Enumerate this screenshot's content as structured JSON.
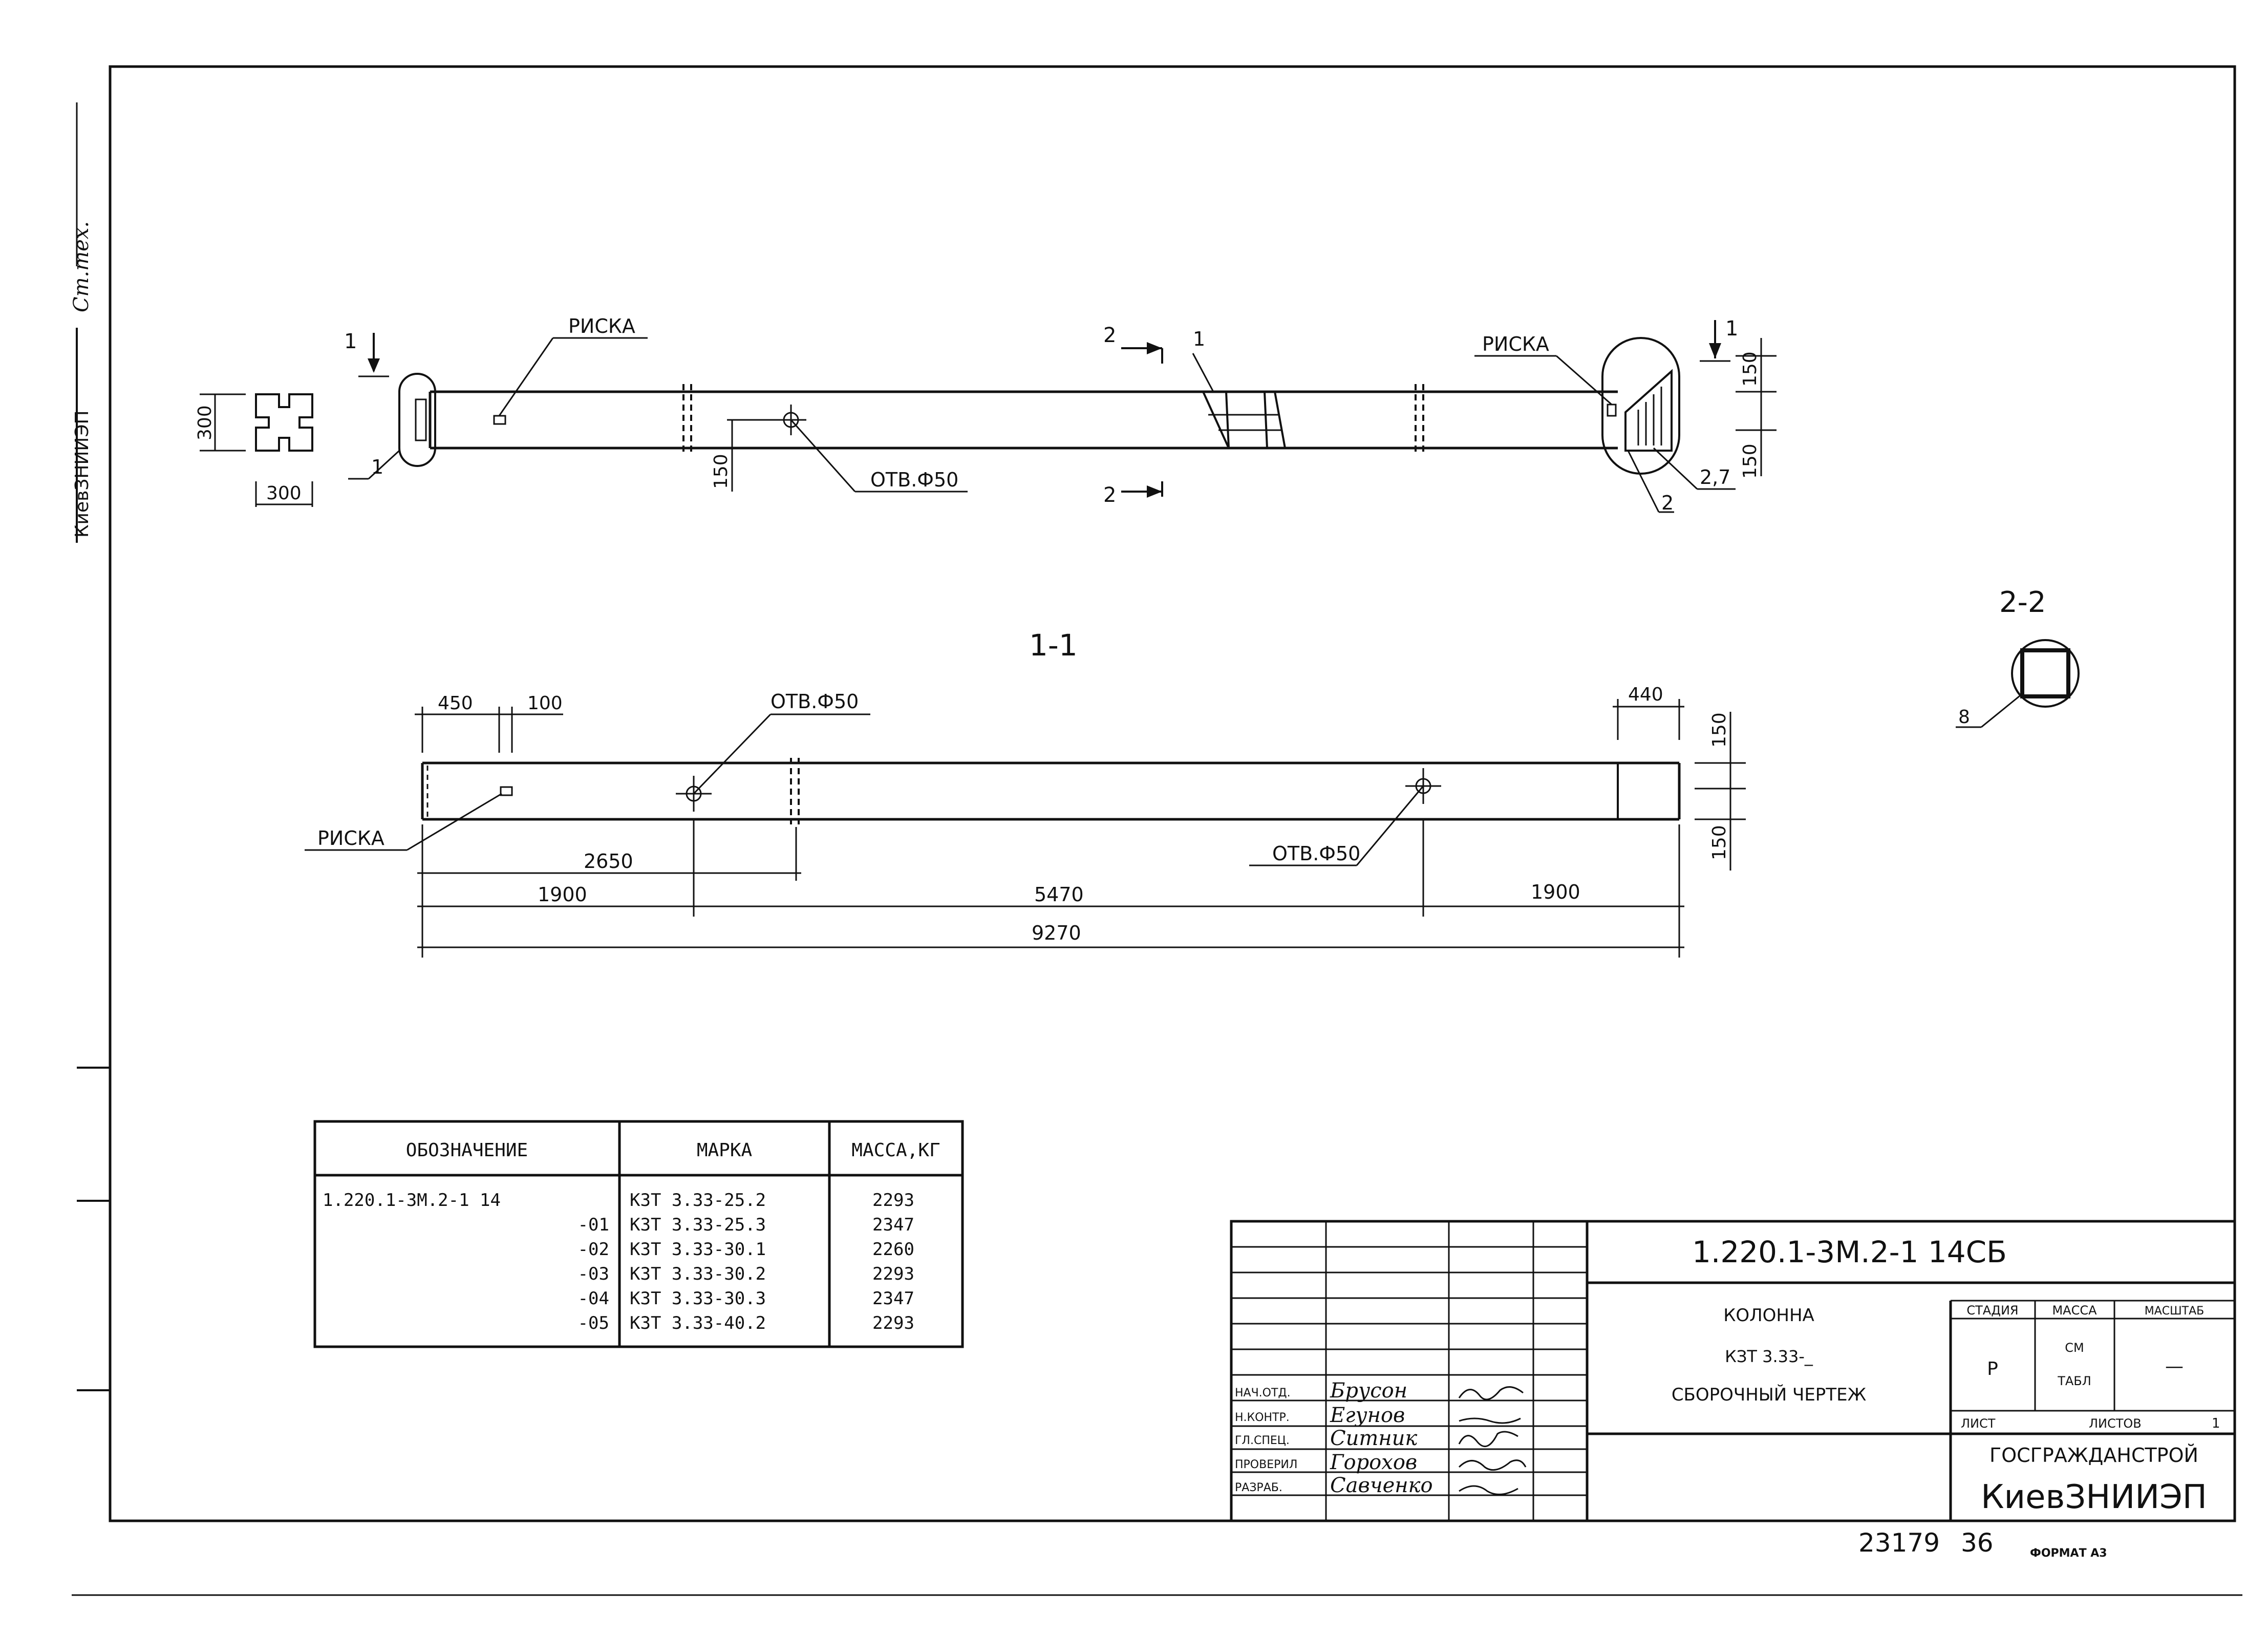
{
  "side_stamp": {
    "org": "КиевЗНИИЭП",
    "note": "Ст.тех."
  },
  "plan_view": {
    "risk_left": "РИСКА",
    "risk_right": "РИСКА",
    "hole": "ОТВ.Ф50",
    "section_1": "1",
    "section_2": "2",
    "callout_1": "1",
    "callout_2": "2",
    "callout_27": "2,7",
    "dim_300_v": "300",
    "dim_300_h": "300",
    "dim_150_hole": "150",
    "dim_150_top": "150",
    "dim_150_bot": "150"
  },
  "section_2_2": {
    "title": "2-2",
    "callout": "8"
  },
  "section_1_1": {
    "title": "1-1",
    "risk": "РИСКА",
    "hole_1": "ОТВ.Ф50",
    "hole_2": "ОТВ.Ф50",
    "dim_450": "450",
    "dim_100": "100",
    "dim_440": "440",
    "dim_150_top": "150",
    "dim_150_bot": "150",
    "dim_2650": "2650",
    "dim_1900_left": "1900",
    "dim_5470": "5470",
    "dim_1900_right": "1900",
    "dim_9270": "9270"
  },
  "spec_table": {
    "headers": [
      "ОБОЗНАЧЕНИЕ",
      "МАРКА",
      "МАССА,КГ"
    ],
    "rows": [
      {
        "designation": "1.220.1-3М.2-1 14",
        "mark": "КЗТ 3.33-25.2",
        "mass": "2293"
      },
      {
        "designation": "-01",
        "mark": "КЗТ 3.33-25.3",
        "mass": "2347"
      },
      {
        "designation": "-02",
        "mark": "КЗТ 3.33-30.1",
        "mass": "2260"
      },
      {
        "designation": "-03",
        "mark": "КЗТ 3.33-30.2",
        "mass": "2293"
      },
      {
        "designation": "-04",
        "mark": "КЗТ 3.33-30.3",
        "mass": "2347"
      },
      {
        "designation": "-05",
        "mark": "КЗТ 3.33-40.2",
        "mass": "2293"
      }
    ]
  },
  "title_block": {
    "code": "1.220.1-3М.2-1 14СБ",
    "name_1": "КОЛОННА",
    "name_2": "КЗТ 3.33-_",
    "name_3": "СБОРОЧНЫЙ ЧЕРТЕЖ",
    "stage_header": "СТАДИЯ",
    "mass_header": "МАССА",
    "scale_header": "МАСШТАБ",
    "stage_value": "Р",
    "mass_value_1": "СМ",
    "mass_value_2": "ТАБЛ",
    "scale_value": "—",
    "sheet_label": "ЛИСТ",
    "sheets_label": "ЛИСТОВ",
    "sheets_value": "1",
    "org_1": "ГОСГРАЖДАНСТРОЙ",
    "org_2": "КиевЗНИИЭП",
    "roles": [
      {
        "role": "НАЧ.ОТД.",
        "name": "Брусон"
      },
      {
        "role": "Н.КОНТР.",
        "name": "Егунов"
      },
      {
        "role": "ГЛ.СПЕЦ.",
        "name": "Ситник"
      },
      {
        "role": "ПРОВЕРИЛ",
        "name": "Горохов"
      },
      {
        "role": "РАЗРАБ.",
        "name": "Савченко"
      }
    ]
  },
  "footer": {
    "number": "23179",
    "sheet_no": "36",
    "format": "ФОРМАТ А3"
  }
}
